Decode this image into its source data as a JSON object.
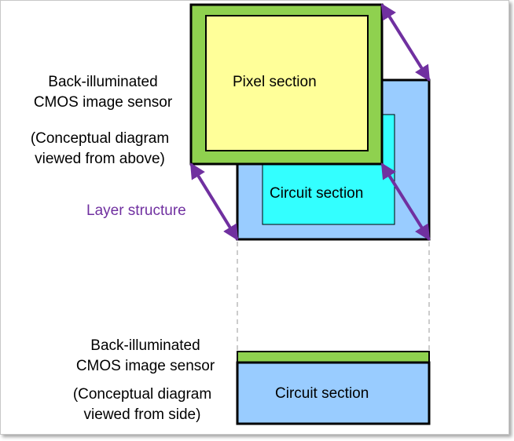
{
  "top_view": {
    "title_line1": "Back-illuminated",
    "title_line2": "CMOS image sensor",
    "note_line1": "(Conceptual diagram",
    "note_line2": "viewed from above)",
    "pixel_label": "Pixel section",
    "circuit_label": "Circuit section",
    "layer_label": "Layer structure"
  },
  "side_view": {
    "title_line1": "Back-illuminated",
    "title_line2": "CMOS image sensor",
    "note_line1": "(Conceptual diagram",
    "note_line2": "viewed from side)",
    "circuit_label": "Circuit section"
  },
  "colors": {
    "pixel_outer": "#8fd14f",
    "pixel_inner": "#ffff99",
    "circuit_outer": "#99ccff",
    "circuit_inner": "#33ffff",
    "arrow": "#7030a0",
    "text_purple": "#7030a0"
  }
}
